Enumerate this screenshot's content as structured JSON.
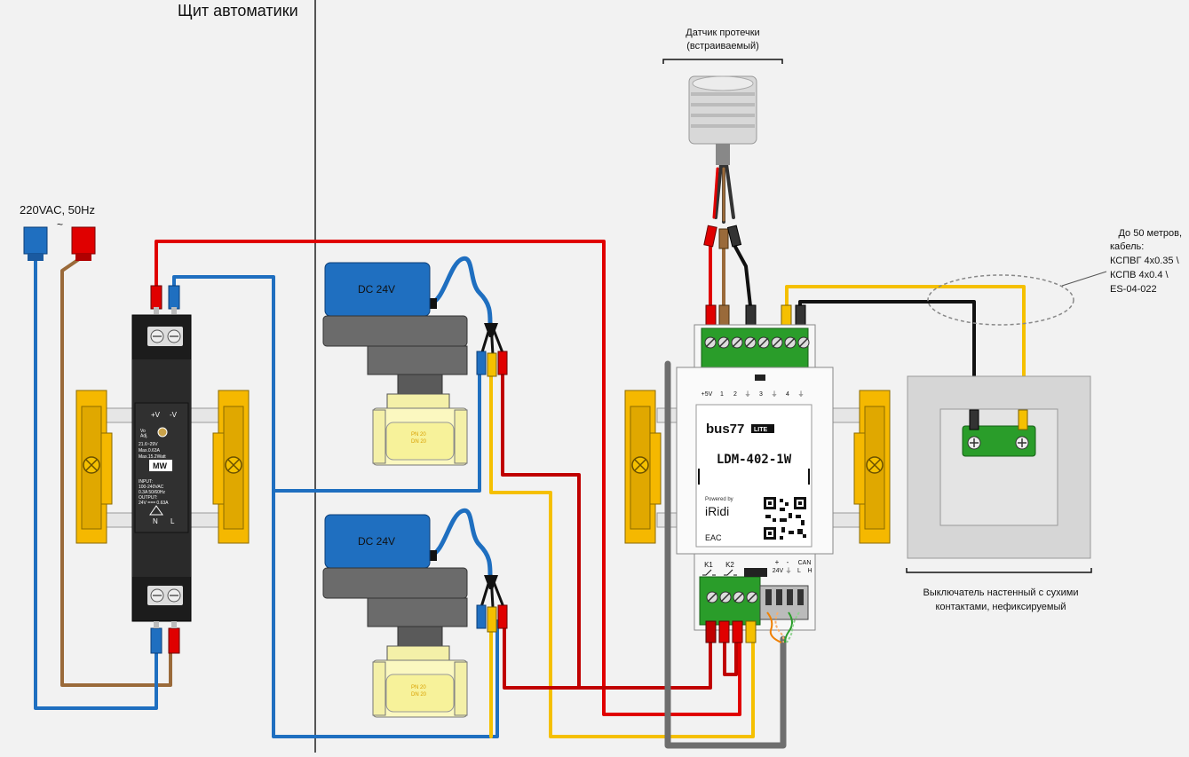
{
  "panel_title": "Щит автоматики",
  "power": {
    "label": "220VAC, 50Hz",
    "symbol": "~"
  },
  "psu": {
    "v_plus": "+V",
    "v_minus": "-V",
    "vo_adj": "Vo\nAdj.",
    "spec1": "21.6~29V",
    "spec2": "Max.0.63A",
    "spec3": "Max.15.2Watt",
    "input1": "INPUT:",
    "input2": "100-240VAC",
    "input3": "0.3A  50/60Hz",
    "output1": "OUTPUT:",
    "output2": "24V  ===  0.63A",
    "n_label": "N",
    "l_label": "L",
    "brand": "MW"
  },
  "valves": [
    {
      "actuator_label": "DC 24V",
      "body_text1": "PN 20",
      "body_text2": "DN 20"
    },
    {
      "actuator_label": "DC 24V",
      "body_text1": "PN 20",
      "body_text2": "DN 20"
    }
  ],
  "leak_sensor": {
    "line1": "Датчик протечки",
    "line2": "(встраиваемый)"
  },
  "module": {
    "brand": "bus77",
    "brand_badge": "LITE",
    "model": "LDM-402-1W",
    "powered_by": "Powered by",
    "iridi": "iRidi",
    "eac": "EAC",
    "top_terminals": [
      "+5V",
      "1",
      "2",
      "⏚",
      "3",
      "⏚",
      "4",
      "⏚"
    ],
    "bottom_labels": {
      "k1": "K1",
      "k2": "K2",
      "plus": "+",
      "minus": "-",
      "v24": "24V",
      "gnd": "⏚",
      "can": "CAN",
      "l": "L",
      "h": "H"
    }
  },
  "cable_note": [
    "До 50 метров,",
    "кабель:",
    "КСПВГ 4х0.35 \\",
    "КСПВ 4х0.4 \\",
    "ES-04-022"
  ],
  "switch": {
    "line1": "Выключатель настенный с сухими",
    "line2": "контактами, нефиксируемый"
  },
  "colors": {
    "red": "#e00000",
    "dark_red": "#b00000",
    "blue": "#1f6fc0",
    "brown": "#9a6a3a",
    "yellow": "#f5c000",
    "black": "#111111",
    "gray": "#6e6e6e",
    "din_yellow": "#f5b800",
    "terminal_green": "#2a9d2a"
  }
}
